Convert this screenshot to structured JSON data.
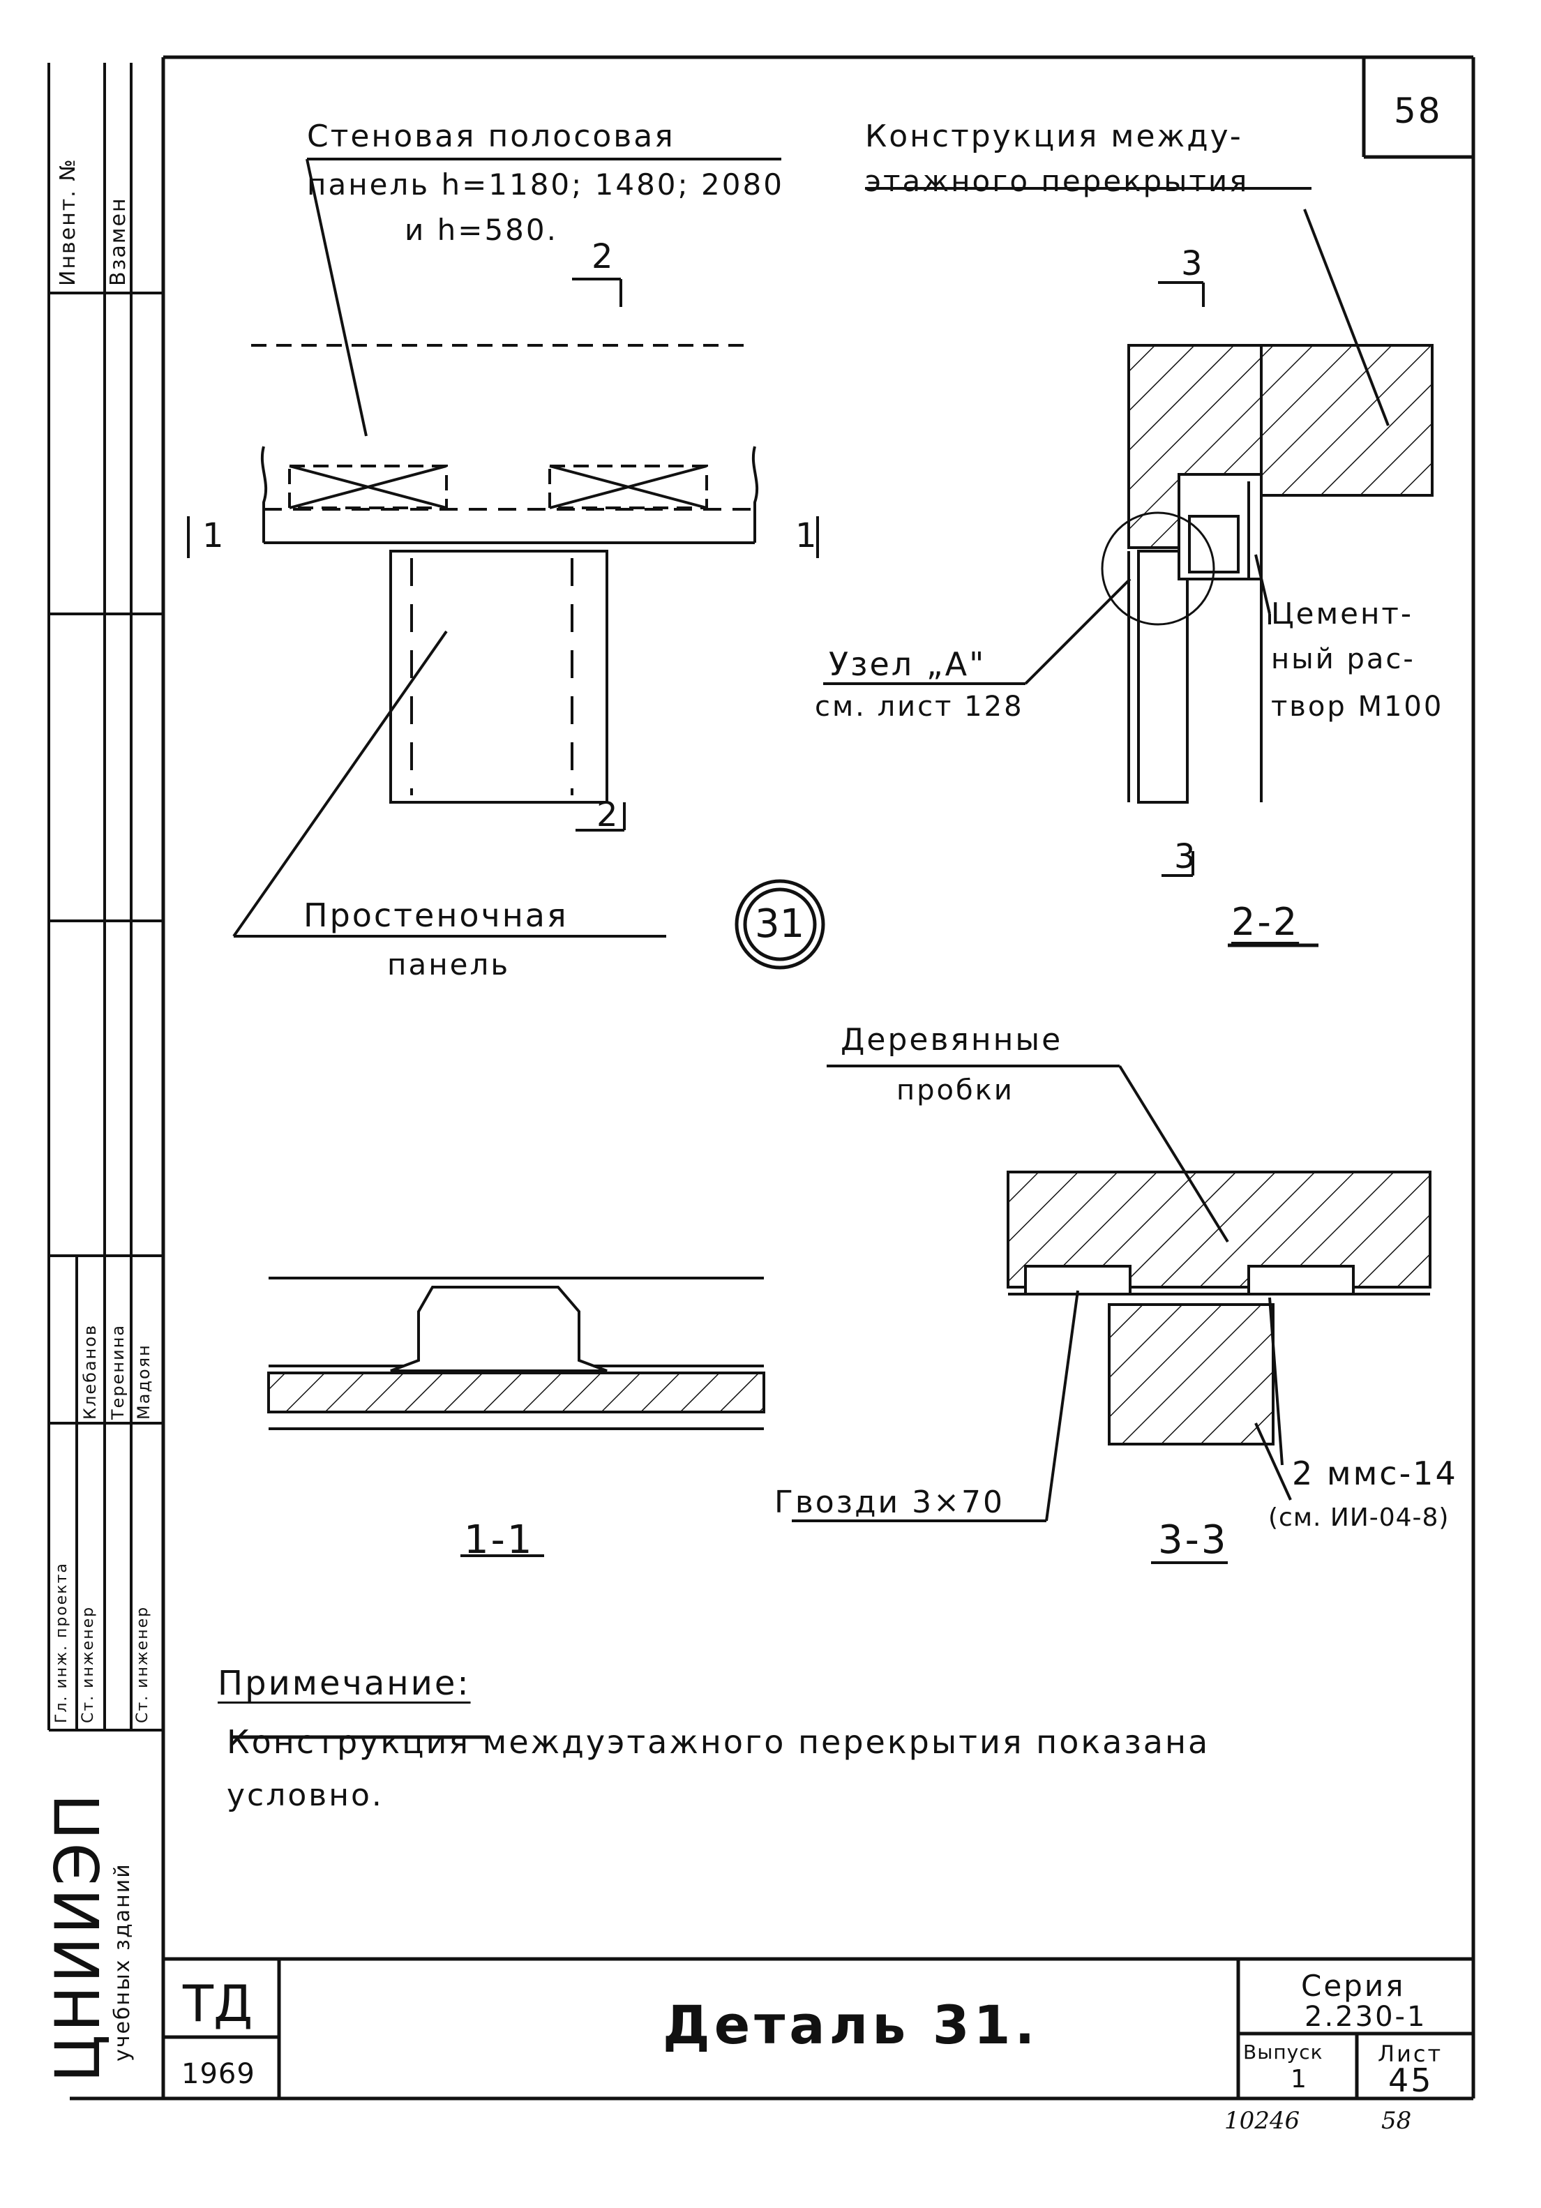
{
  "sheet_corner_number": "58",
  "labels": {
    "wall_strip_panel_line1": "Стеновая полосовая",
    "wall_strip_panel_line2": "панель h=1180; 1480; 2080",
    "wall_strip_panel_line3": "и h=580.",
    "floor_structure_line1": "Конструкция междy-",
    "floor_structure_line2": "этажного перекрытия",
    "pier_panel_line1": "Простеночная",
    "pier_panel_line2": "панель",
    "node_a_line1": "Узел „А\"",
    "node_a_line2": "см. лист 128",
    "cement_line1": "Цемент-",
    "cement_line2": "ный рас-",
    "cement_line3": "твор М100",
    "wood_plugs_line1": "Деревянные",
    "wood_plugs_line2": "пробки",
    "nails": "Гвозди 3×70",
    "mmc_line1": "2 ммс-14",
    "mmc_line2": "(см. ИИ-04-8)",
    "detail_number": "31"
  },
  "section_marks": {
    "s2_top": "2",
    "s2_bottom": "2",
    "s1_left": "1",
    "s1_right": "1",
    "s3_top": "3",
    "s3_bottom": "3"
  },
  "section_titles": {
    "s11": "1-1",
    "s22": "2-2",
    "s33": "3-3"
  },
  "note": {
    "heading": "Примечание:",
    "line1": "Конструкция междуэтажного перекрытия показана",
    "line2": "условно."
  },
  "title_block": {
    "td": "ТД",
    "year": "1969",
    "title": "Деталь 31.",
    "series_label": "Серия",
    "series_value": "2.230-1",
    "issue_label": "Выпуск",
    "issue_value": "1",
    "sheet_label": "Лист",
    "sheet_value": "45",
    "below_left": "10246",
    "below_right": "58"
  },
  "side_stamp": {
    "inv_no": "Инвент. №",
    "replaced": "Взамен",
    "org_line1": "ЦНИИЭП",
    "org_line2": "учебных зданий",
    "role_chief_engineer": "Гл. инж. проекта",
    "role_senior_engineer_1": "Ст. инженер",
    "role_senior_engineer_2": "Ст. инженер",
    "name_1": "Клебанов",
    "name_2": "Теренина",
    "name_3": "Мадоян"
  },
  "colors": {
    "ink": "#111111",
    "paper": "#ffffff"
  }
}
